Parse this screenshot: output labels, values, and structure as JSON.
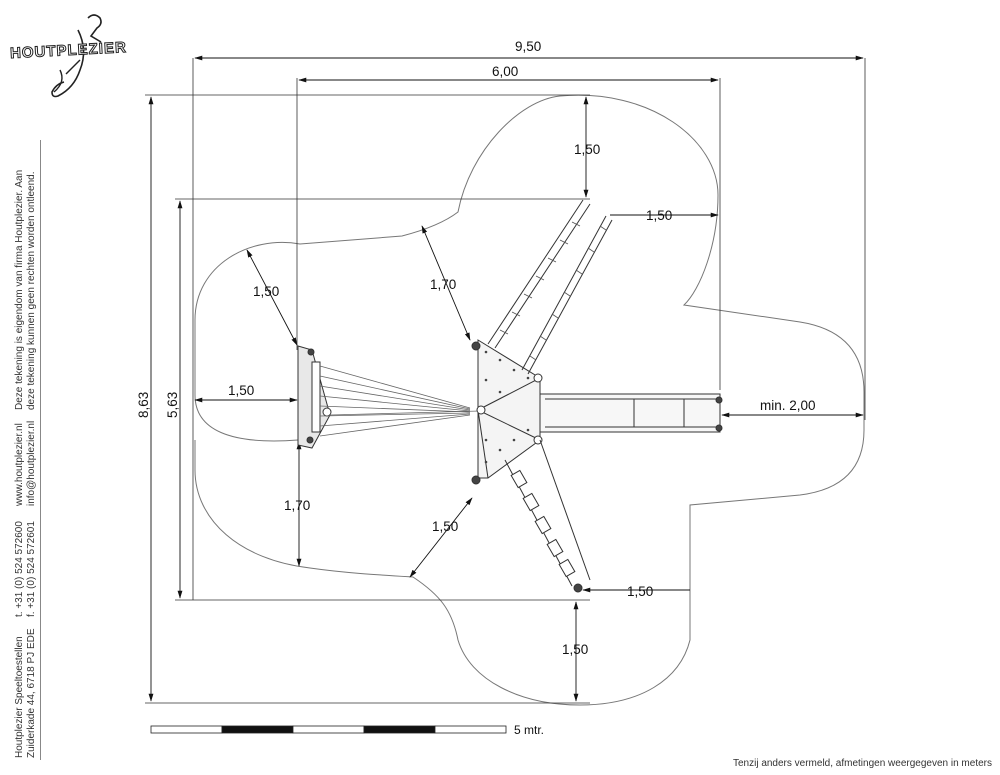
{
  "logo": {
    "text": "HOUTPLEZIER"
  },
  "company": {
    "name": "Houtplezier Speeltoestellen",
    "address": "Zuiderkade 44, 6718 PJ EDE",
    "phone": "t. +31 (0) 524 572600",
    "fax": "f. +31 (0) 524 572601",
    "website": "www.houtplezier.nl",
    "email": "info@houtplezier.nl",
    "disclaimer_1": "Deze tekening is eigendom van firma Houtplezier. Aan",
    "disclaimer_2": "deze tekening kunnen geen rechten worden ontleend."
  },
  "dimensions": {
    "total_width": "9,50",
    "inner_width": "6,00",
    "total_height": "8,63",
    "inner_height": "5,63",
    "top_clearance": "1,50",
    "right_upper_clearance": "1,50",
    "left_diag_clearance": "1,50",
    "top_diag_clearance": "1,70",
    "left_clearance": "1,50",
    "left_lower_clearance": "1,70",
    "bottom_diag_clearance": "1,50",
    "bottom_right_clearance": "1,50",
    "bottom_clearance": "1,50",
    "slide_clearance": "min. 2,00"
  },
  "scale_bar": {
    "label": "5 mtr."
  },
  "footer": {
    "note": "Tenzij anders vermeld, afmetingen weergegeven in meters"
  }
}
